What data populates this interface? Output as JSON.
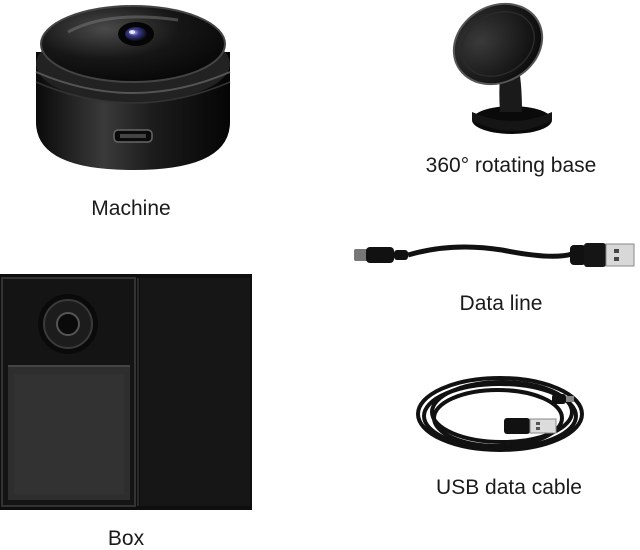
{
  "items": {
    "machine": {
      "label": "Machine",
      "icon": "camera-icon"
    },
    "base": {
      "label": "360° rotating base",
      "icon": "mount-icon"
    },
    "data_line": {
      "label": "Data line",
      "icon": "cable-icon"
    },
    "usb_cable": {
      "label": "USB data cable",
      "icon": "coiled-cable-icon"
    },
    "box": {
      "label": "Box",
      "icon": "box-icon"
    }
  },
  "colors": {
    "background": "#ffffff",
    "product_black": "#111111",
    "caption_text": "#1a1a1a"
  }
}
